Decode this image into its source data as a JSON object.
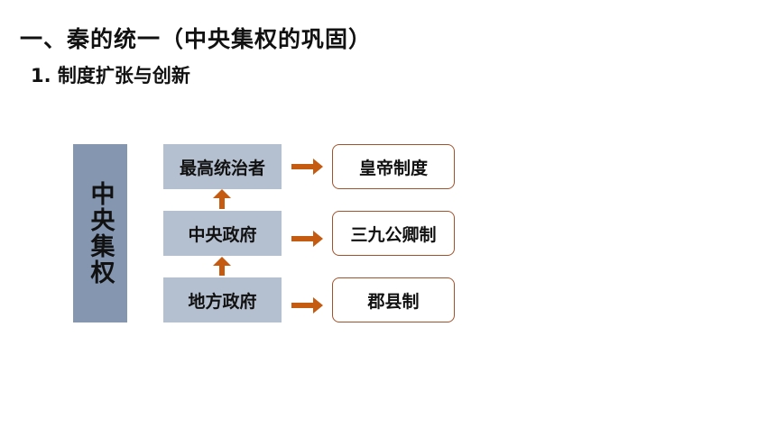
{
  "header": {
    "title": "一、秦的统一（中央集权的巩固）",
    "subtitle": "1. 制度扩张与创新"
  },
  "diagram": {
    "side_label": "中央集权",
    "levels": [
      {
        "label": "最高统治者",
        "result": "皇帝制度"
      },
      {
        "label": "中央政府",
        "result": "三九公卿制"
      },
      {
        "label": "地方政府",
        "result": "郡县制"
      }
    ]
  },
  "colors": {
    "side_bar": "#8496b0",
    "level_box": "#b4bfcf",
    "arrow": "#c55a11",
    "result_border": "#a0522d"
  }
}
